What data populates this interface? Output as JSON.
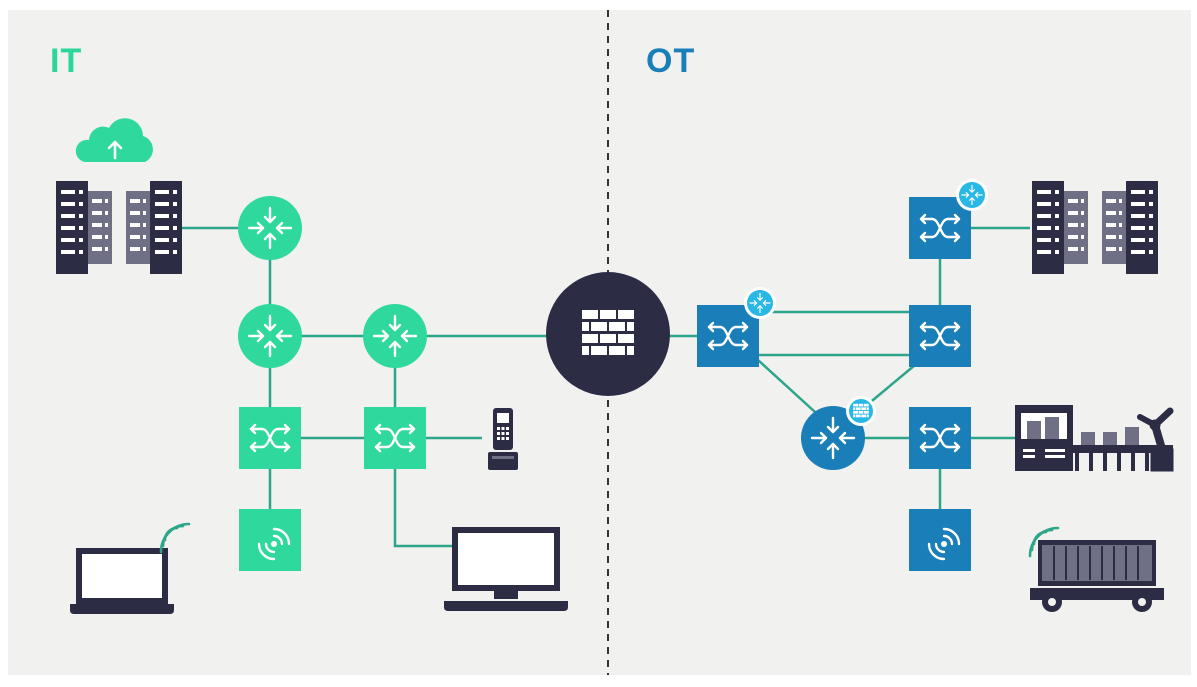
{
  "zones": {
    "it": {
      "label": "IT",
      "color": "#2ad69a"
    },
    "ot": {
      "label": "OT",
      "color": "#1a7fb8"
    }
  },
  "colors": {
    "background": "#f1f1ef",
    "it_device": "#2fd99e",
    "it_link": "#2ca58a",
    "ot_device": "#1a7fb8",
    "ot_link": "#2ca58a",
    "dark": "#2c2c45",
    "badge": "#29b7e6",
    "divider": "#333333"
  },
  "nodes": [
    {
      "id": "it-cloud",
      "kind": "cloud-icon",
      "zone": "it"
    },
    {
      "id": "it-servers",
      "kind": "server-rack-icon",
      "zone": "it"
    },
    {
      "id": "it-router-top",
      "kind": "router-icon",
      "zone": "it"
    },
    {
      "id": "it-router-mid-left",
      "kind": "router-icon",
      "zone": "it"
    },
    {
      "id": "it-router-mid-right",
      "kind": "router-icon",
      "zone": "it"
    },
    {
      "id": "it-switch-left",
      "kind": "switch-icon",
      "zone": "it"
    },
    {
      "id": "it-switch-right",
      "kind": "switch-icon",
      "zone": "it"
    },
    {
      "id": "it-access-point",
      "kind": "wireless-access-point-icon",
      "zone": "it"
    },
    {
      "id": "it-phone",
      "kind": "desk-phone-icon",
      "zone": "it"
    },
    {
      "id": "it-laptop",
      "kind": "wireless-laptop-icon",
      "zone": "it"
    },
    {
      "id": "it-desktop",
      "kind": "desktop-computer-icon",
      "zone": "it"
    },
    {
      "id": "firewall",
      "kind": "firewall-icon",
      "zone": "boundary"
    },
    {
      "id": "ot-switch-left",
      "kind": "layer3-switch-icon",
      "zone": "ot"
    },
    {
      "id": "ot-switch-top",
      "kind": "layer3-switch-icon",
      "zone": "ot"
    },
    {
      "id": "ot-switch-mid",
      "kind": "switch-icon",
      "zone": "ot"
    },
    {
      "id": "ot-router",
      "kind": "firewall-router-icon",
      "zone": "ot"
    },
    {
      "id": "ot-switch-bottom",
      "kind": "switch-icon",
      "zone": "ot"
    },
    {
      "id": "ot-access-point",
      "kind": "wireless-access-point-icon",
      "zone": "ot"
    },
    {
      "id": "ot-servers",
      "kind": "server-rack-icon",
      "zone": "ot"
    },
    {
      "id": "ot-production-line",
      "kind": "robot-production-line-icon",
      "zone": "ot"
    },
    {
      "id": "ot-agv",
      "kind": "wireless-agv-container-icon",
      "zone": "ot"
    }
  ],
  "links": [
    [
      "it-servers",
      "it-router-top"
    ],
    [
      "it-router-top",
      "it-router-mid-left"
    ],
    [
      "it-router-mid-left",
      "it-router-mid-right"
    ],
    [
      "it-router-mid-right",
      "firewall"
    ],
    [
      "it-router-mid-left",
      "it-switch-left"
    ],
    [
      "it-router-mid-right",
      "it-switch-right"
    ],
    [
      "it-switch-left",
      "it-switch-right"
    ],
    [
      "it-switch-right",
      "it-phone"
    ],
    [
      "it-switch-left",
      "it-access-point"
    ],
    [
      "it-switch-right",
      "it-desktop"
    ],
    [
      "firewall",
      "ot-switch-left"
    ],
    [
      "ot-switch-left",
      "ot-switch-mid"
    ],
    [
      "ot-switch-left",
      "ot-router"
    ],
    [
      "ot-switch-top",
      "ot-switch-mid"
    ],
    [
      "ot-switch-top",
      "ot-servers"
    ],
    [
      "ot-switch-mid",
      "ot-router"
    ],
    [
      "ot-router",
      "ot-switch-bottom"
    ],
    [
      "ot-switch-bottom",
      "ot-production-line"
    ],
    [
      "ot-switch-bottom",
      "ot-access-point"
    ]
  ]
}
